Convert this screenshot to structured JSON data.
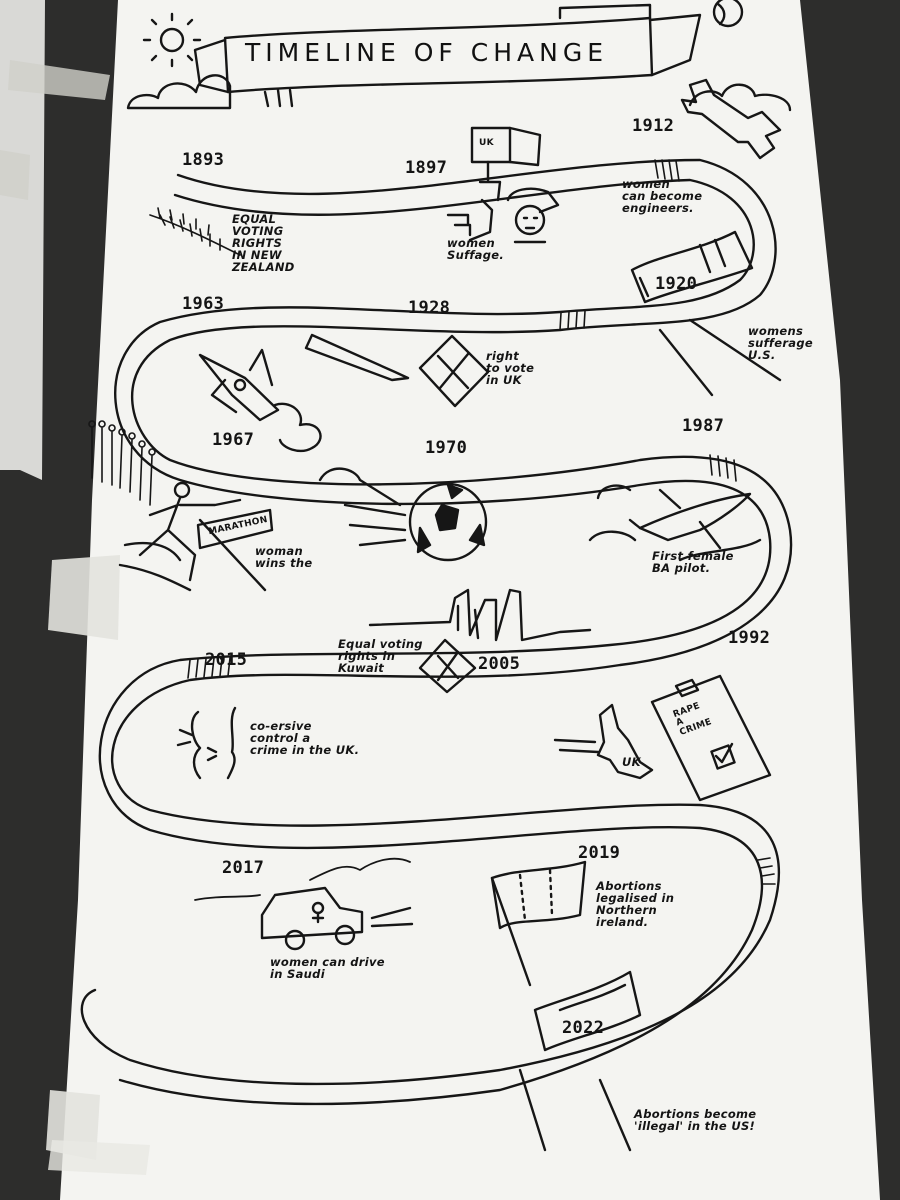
{
  "title": "TIMELINE OF CHANGE",
  "events": [
    {
      "year": "1893",
      "caption": "EQUAL\nVOTING\nRIGHTS\nIN NEW\nZEALAND"
    },
    {
      "year": "1897",
      "caption": "women\nSuffage.",
      "icon_text": "UK"
    },
    {
      "year": "1912",
      "caption": "women\ncan become\nengineers."
    },
    {
      "year": "1920",
      "caption": "womens\nsufferage\nU.S."
    },
    {
      "year": "1928",
      "caption": "right\nto vote\nin UK"
    },
    {
      "year": "1963",
      "caption": ""
    },
    {
      "year": "1967",
      "caption": "woman\nwins the",
      "icon_text": "MARATHON"
    },
    {
      "year": "1970",
      "caption": ""
    },
    {
      "year": "1987",
      "caption": "First female\nBA pilot."
    },
    {
      "year": "2005",
      "caption": "Equal voting\nrights in\nKuwait"
    },
    {
      "year": "1992",
      "caption": "UK",
      "icon_text": "RAPE\nA\nCRIME"
    },
    {
      "year": "2015",
      "caption": "co-ersive\ncontrol a\ncrime in the UK."
    },
    {
      "year": "2017",
      "caption": "women can drive\nin Saudi"
    },
    {
      "year": "2019",
      "caption": "Abortions\nlegalised in\nNorthern\nireland."
    },
    {
      "year": "2022",
      "caption": "Abortions become\n'illegal' in the US!"
    }
  ],
  "icons": [
    "sun-icon",
    "cloud-icon",
    "ball-icon",
    "wrench-icon",
    "ballot-box-icon",
    "fern-leaf-icon",
    "protest-sign-icon",
    "suffragette-face-icon",
    "podium-icon",
    "pencil-icon",
    "rocket-icon",
    "runner-icon",
    "crowd-icon",
    "football-icon",
    "airplane-icon",
    "city-skyline-icon",
    "clipboard-icon",
    "uk-map-icon",
    "faces-icon",
    "car-icon",
    "flag-icon",
    "mountains-icon"
  ]
}
